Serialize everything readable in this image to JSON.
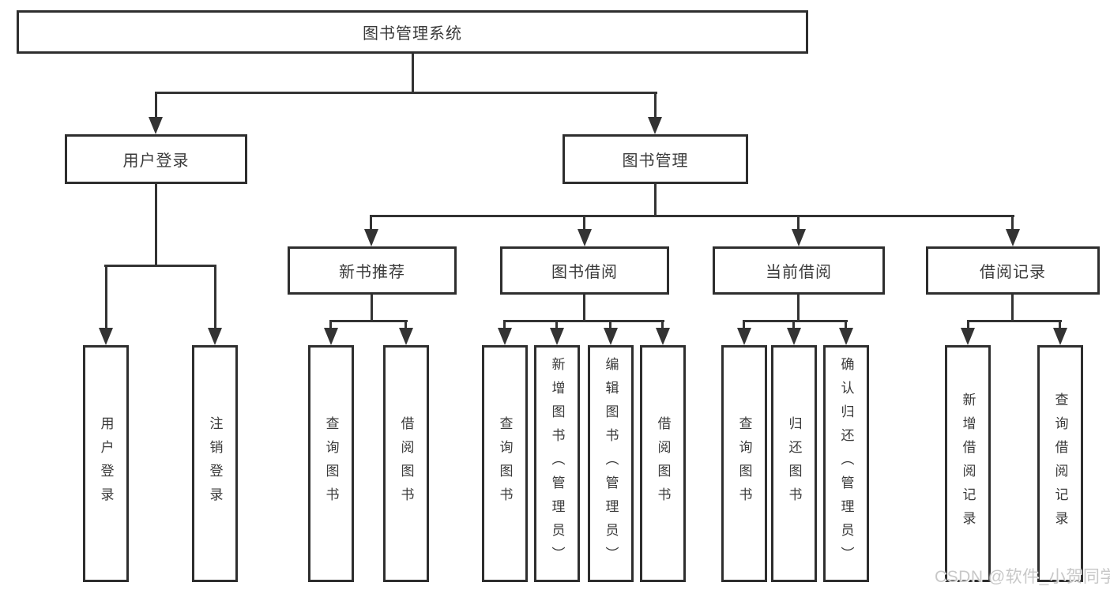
{
  "diagram": {
    "root": {
      "label": "图书管理系统"
    },
    "level2": [
      {
        "label": "用户登录"
      },
      {
        "label": "图书管理"
      }
    ],
    "level3": [
      {
        "label": "新书推荐"
      },
      {
        "label": "图书借阅"
      },
      {
        "label": "当前借阅"
      },
      {
        "label": "借阅记录"
      }
    ],
    "leaves": {
      "user_login": [
        "用户登录",
        "注销登录"
      ],
      "new_book": [
        "查询图书",
        "借阅图书"
      ],
      "book_borrow": [
        "查询图书",
        "新增图书（管理员）",
        "编辑图书（管理员）",
        "借阅图书"
      ],
      "current_borrow": [
        "查询图书",
        "归还图书",
        "确认归还（管理员）"
      ],
      "borrow_records": [
        "新增借阅记录",
        "查询借阅记录"
      ]
    },
    "colors": {
      "line": "#333333",
      "box_border": "#2e2e2e",
      "text": "#3a3a3a",
      "watermark": "#c8c8c8",
      "background": "#ffffff"
    }
  },
  "watermark": "CSDN @软件_小贺同学"
}
